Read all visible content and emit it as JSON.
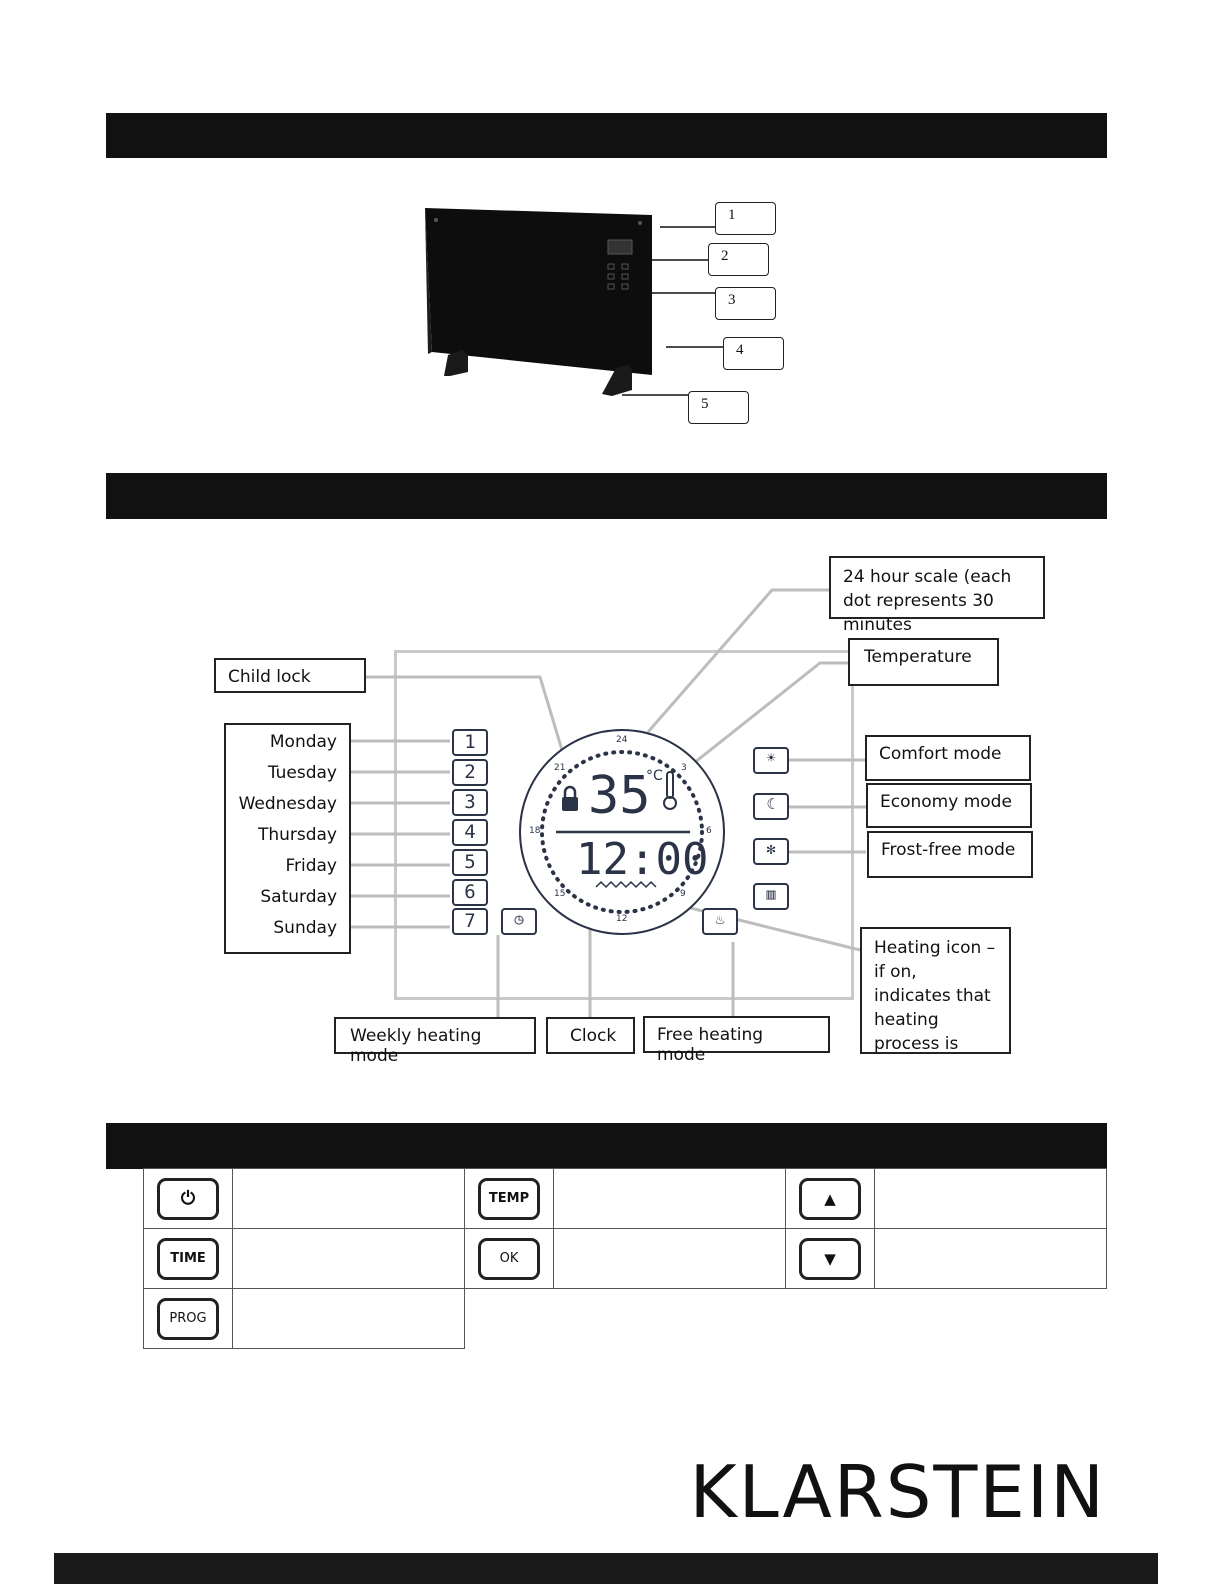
{
  "callouts": [
    "1",
    "2",
    "3",
    "4",
    "5"
  ],
  "diagram": {
    "scale_label": "24 hour scale (each dot represents 30 minutes",
    "temperature_label": "Temperature",
    "child_lock_label": "Child lock",
    "days": [
      "Monday",
      "Tuesday",
      "Wednesday",
      "Thursday",
      "Friday",
      "Saturday",
      "Sunday"
    ],
    "day_numbers": [
      "1",
      "2",
      "3",
      "4",
      "5",
      "6",
      "7"
    ],
    "comfort_label": "Comfort mode",
    "economy_label": "Economy mode",
    "frost_label": "Frost-free mode",
    "heating_label": "Heating icon – if on, indicates that heating process is activated",
    "weekly_label": "Weekly heating mode",
    "clock_label": "Clock",
    "free_label": "Free heating mode",
    "temp_value": "35",
    "temp_unit": "°C",
    "time_value": "12:00",
    "hour_marks": [
      "24",
      "3",
      "6",
      "9",
      "12",
      "15",
      "18",
      "21"
    ]
  },
  "keys": [
    "TEMP",
    "TIME",
    "OK",
    "PROG"
  ],
  "brand": "KLARSTEIN"
}
